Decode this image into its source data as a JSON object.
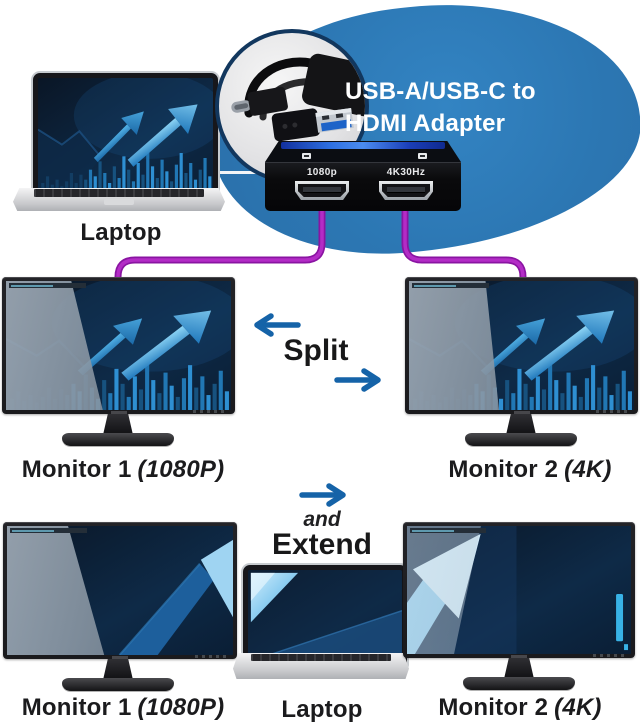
{
  "bubble": {
    "line1": "USB-A/USB-C to",
    "line2": "HDMI Adapter"
  },
  "adapter": {
    "port1_label": "1080p",
    "port2_label": "4K30Hz"
  },
  "top": {
    "laptop_label": "Laptop"
  },
  "split": {
    "title": "Split",
    "monitor1_name": "Monitor 1",
    "monitor1_res": "(1080P)",
    "monitor2_name": "Monitor 2",
    "monitor2_res": "(4K)"
  },
  "extend": {
    "conjunction": "and",
    "title": "Extend",
    "monitor1_name": "Monitor 1",
    "monitor1_res": "(1080P)",
    "laptop_label": "Laptop",
    "monitor2_name": "Monitor 2",
    "monitor2_res": "(4K)"
  },
  "colors": {
    "bubble_blue": "#2c77b3",
    "arrow_blue": "#1563a8",
    "cable_purple": "#a21ab5",
    "screen_navy": "#0c2340",
    "text_dark": "#1c1c1e",
    "bubble_text": "#ffffff"
  }
}
